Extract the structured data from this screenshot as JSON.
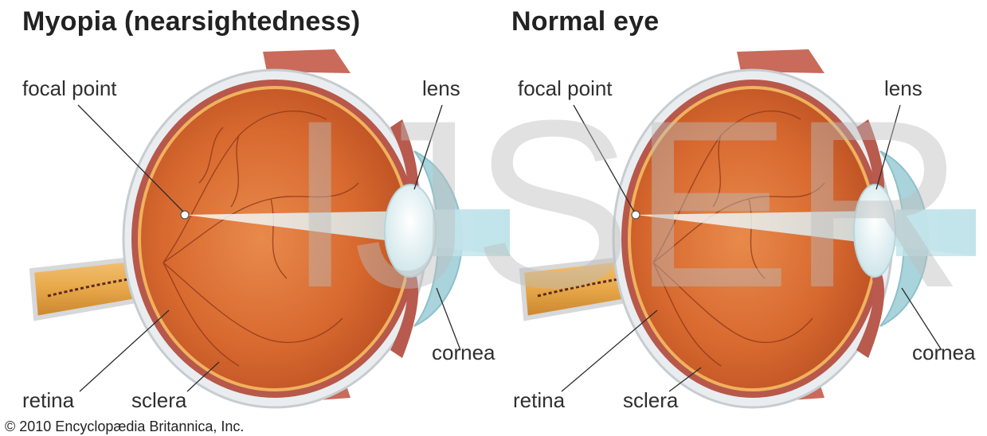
{
  "panels": [
    {
      "title": "Myopia (nearsightedness)",
      "labels": {
        "focal_point": "focal point",
        "lens": "lens",
        "cornea": "cornea",
        "retina": "retina",
        "sclera": "sclera"
      }
    },
    {
      "title": "Normal eye",
      "labels": {
        "focal_point": "focal point",
        "lens": "lens",
        "cornea": "cornea",
        "retina": "retina",
        "sclera": "sclera"
      }
    }
  ],
  "watermark": "IJSER",
  "copyright": "© 2010 Encyclopædia Britannica, Inc.",
  "colors": {
    "vitreous": "#d9733a",
    "retina_outline": "#e7a052",
    "sclera": "#e9edf0",
    "light_beam": "#bfe3ea",
    "cornea": "#a9d4dc",
    "muscle": "#b85a4e",
    "optic_nerve": "#e8a94a"
  }
}
